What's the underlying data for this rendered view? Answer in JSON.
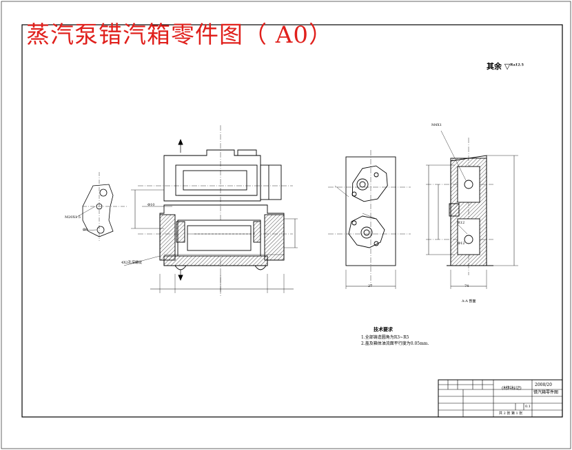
{
  "title": "蒸汽泵错汽箱零件图（ A0）",
  "roughness_note": "其余 ▽",
  "roughness_value": "Ra12.5",
  "section_label": "A-A 剖面",
  "tech_req": {
    "heading": "技术要求",
    "item1": "1.全部铸造圆角为R3~R5",
    "item2": "2.盖及箱体油流面平行度为0.05mm."
  },
  "callouts": {
    "thread_left": "M20X1.5",
    "thread_right": "M4X1",
    "phi_left": "Φ8",
    "phi_hole": "Φ10",
    "phi_bottom": "Φ12",
    "cast_note": "4X2孔深螺纹",
    "radius_right": "R12",
    "dim_27": "27",
    "dim_74": "74"
  },
  "title_block": {
    "material": "(材料标记)",
    "drawing_no": "2008/20",
    "part_name": "错汽箱零件图",
    "scale": "0.1",
    "sheets": "共 2 张  第 1 张"
  }
}
